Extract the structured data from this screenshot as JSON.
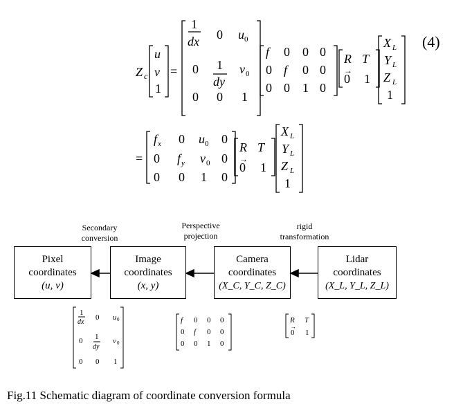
{
  "equation": {
    "number": "(4)",
    "line1": {
      "lhs_factor": "Z",
      "lhs_sub": "c",
      "pixel_vec": [
        "u",
        "v",
        "1"
      ],
      "intrinsic": [
        [
          "1/dx",
          "0",
          "u0"
        ],
        [
          "0",
          "1/dy",
          "v0"
        ],
        [
          "0",
          "0",
          "1"
        ]
      ],
      "projection": [
        [
          "f",
          "0",
          "0",
          "0"
        ],
        [
          "0",
          "f",
          "0",
          "0"
        ],
        [
          "0",
          "0",
          "1",
          "0"
        ]
      ],
      "extrinsic": [
        [
          "R",
          "T"
        ],
        [
          "0⃗",
          "1"
        ]
      ],
      "lidar_vec": [
        "X_L",
        "Y_L",
        "Z_L",
        "1"
      ]
    },
    "line2": {
      "combined": [
        [
          "f_x",
          "0",
          "u0",
          "0"
        ],
        [
          "0",
          "f_y",
          "v0",
          "0"
        ],
        [
          "0",
          "0",
          "1",
          "0"
        ]
      ]
    }
  },
  "diagram": {
    "boxes": [
      {
        "id": "pixel",
        "line1": "Pixel",
        "line2": "coordinates",
        "coord": "(u, v)"
      },
      {
        "id": "image",
        "line1": "Image",
        "line2": "coordinates",
        "coord": "(x, y)"
      },
      {
        "id": "camera",
        "line1": "Camera",
        "line2": "coordinates",
        "coord": "(X_C, Y_C, Z_C)"
      },
      {
        "id": "lidar",
        "line1": "Lidar",
        "line2": "coordinates",
        "coord": "(X_L, Y_L, Z_L)"
      }
    ],
    "edge_labels": [
      {
        "line1": "Secondary",
        "line2": "conversion"
      },
      {
        "line1": "Perspective",
        "line2": "projection"
      },
      {
        "line1": "rigid",
        "line2": "transformation"
      }
    ]
  },
  "caption": "Fig.11 Schematic diagram of coordinate conversion formula"
}
